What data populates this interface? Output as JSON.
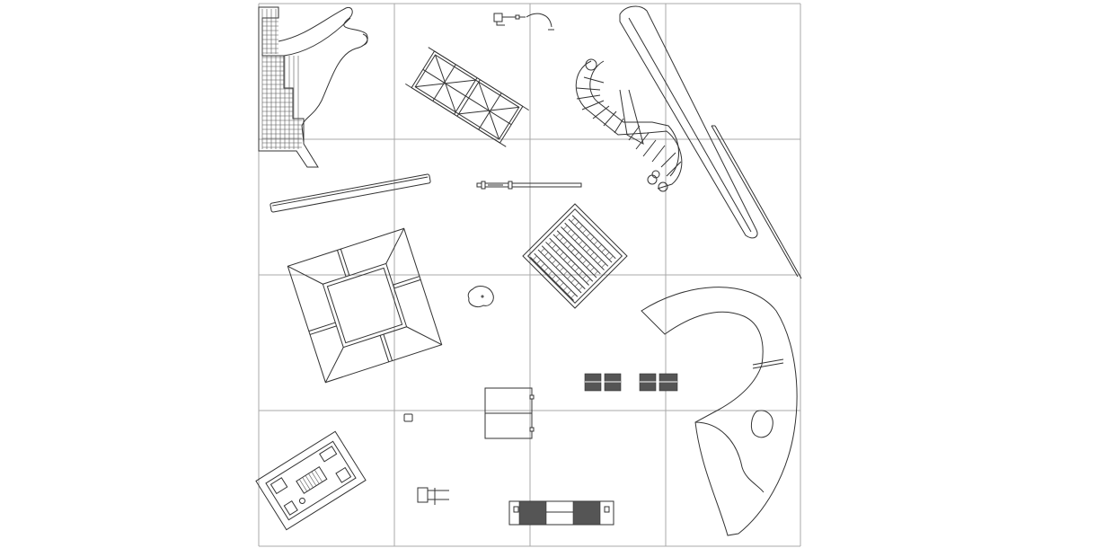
{
  "drawing": {
    "title": "",
    "grid": {
      "rows": 4,
      "columns": 4,
      "visible": true
    },
    "colors": {
      "background": "#ffffff",
      "grid": "#a8a8a8",
      "linework": "#333333"
    },
    "elements": [
      "curved-terrace-with-tiled-deck",
      "small-curved-detail",
      "timber-frame-pergola",
      "spiral-staircase",
      "long-diagonal-ramp",
      "straight-beam",
      "thin-rail",
      "diamond-bench-grid",
      "square-courtyard-planter",
      "small-boulder",
      "crescent-walkway",
      "paired-grates",
      "square-table",
      "small-post",
      "rotated-kiosk-plan",
      "chair-frame",
      "twin-gate-elevation"
    ]
  }
}
